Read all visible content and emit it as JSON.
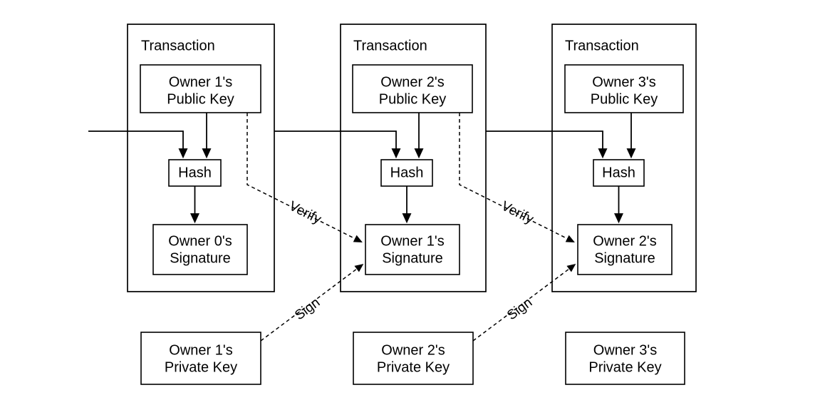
{
  "diagram": {
    "title_labels": [
      "Transaction",
      "Transaction",
      "Transaction"
    ],
    "transactions": [
      {
        "section_label": "Transaction",
        "public_key_line1": "Owner 1's",
        "public_key_line2": "Public Key",
        "hash_label": "Hash",
        "signature_line1": "Owner 0's",
        "signature_line2": "Signature"
      },
      {
        "section_label": "Transaction",
        "public_key_line1": "Owner 2's",
        "public_key_line2": "Public Key",
        "hash_label": "Hash",
        "signature_line1": "Owner 1's",
        "signature_line2": "Signature"
      },
      {
        "section_label": "Transaction",
        "public_key_line1": "Owner 3's",
        "public_key_line2": "Public Key",
        "hash_label": "Hash",
        "signature_line1": "Owner 2's",
        "signature_line2": "Signature"
      }
    ],
    "private_keys": [
      {
        "line1": "Owner 1's",
        "line2": "Private Key"
      },
      {
        "line1": "Owner 2's",
        "line2": "Private Key"
      },
      {
        "line1": "Owner 3's",
        "line2": "Private Key"
      }
    ],
    "edge_labels": {
      "verify_1": "Verify",
      "verify_2": "Verify",
      "sign_1": "Sign",
      "sign_2": "Sign"
    },
    "colors": {
      "stroke": "#000000",
      "background": "#ffffff",
      "text": "#000000"
    }
  }
}
